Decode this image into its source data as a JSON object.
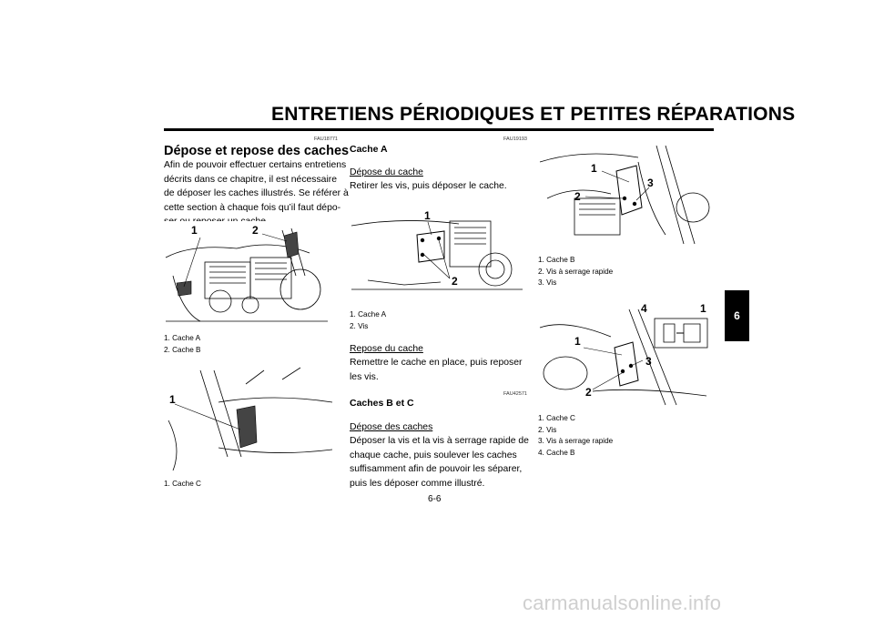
{
  "header": {
    "title": "ENTRETIENS PÉRIODIQUES ET PETITES RÉPARATIONS"
  },
  "tab": {
    "number": "6"
  },
  "page_number": "6-6",
  "watermark": "carmanualsonline.info",
  "col1": {
    "code": "FAU18771",
    "title": "Dépose et repose des caches",
    "body_lines": [
      "Afin de pouvoir effectuer certains entretiens",
      "décrits dans ce chapitre, il est nécessaire",
      "de déposer les caches illustrés. Se référer à",
      "cette section à chaque fois qu’il faut dépo-",
      "ser ou reposer un cache."
    ],
    "fig1": {
      "callouts": [
        "1",
        "2"
      ],
      "captions": [
        "1. Cache A",
        "2. Cache B"
      ]
    },
    "fig2": {
      "callouts": [
        "1"
      ],
      "captions": [
        "1. Cache C"
      ]
    }
  },
  "col2": {
    "code1": "FAU19193",
    "heading1": "Cache A",
    "removal_title": "Dépose du cache",
    "removal_text": "Retirer les vis, puis déposer le cache.",
    "fig": {
      "callouts": [
        "1",
        "2"
      ],
      "captions": [
        "1. Cache A",
        "2. Vis"
      ]
    },
    "install_title": "Repose du cache",
    "install_lines": [
      "Remettre le cache en place, puis reposer",
      "les vis."
    ],
    "code2": "FAU42571",
    "heading2": "Caches B et C",
    "removal2_title": "Dépose des caches",
    "removal2_lines": [
      "Déposer la vis et la vis à serrage rapide de",
      "chaque cache, puis soulever les caches",
      "suffisamment afin de pouvoir les séparer,",
      "puis les déposer comme illustré."
    ]
  },
  "col3": {
    "fig1": {
      "callouts": [
        "1",
        "2",
        "3"
      ],
      "captions": [
        "1. Cache B",
        "2. Vis à serrage rapide",
        "3. Vis"
      ]
    },
    "fig2": {
      "callouts": [
        "4",
        "1",
        "1",
        "3",
        "2"
      ],
      "captions": [
        "1. Cache C",
        "2. Vis",
        "3. Vis à serrage rapide",
        "4. Cache B"
      ]
    }
  }
}
